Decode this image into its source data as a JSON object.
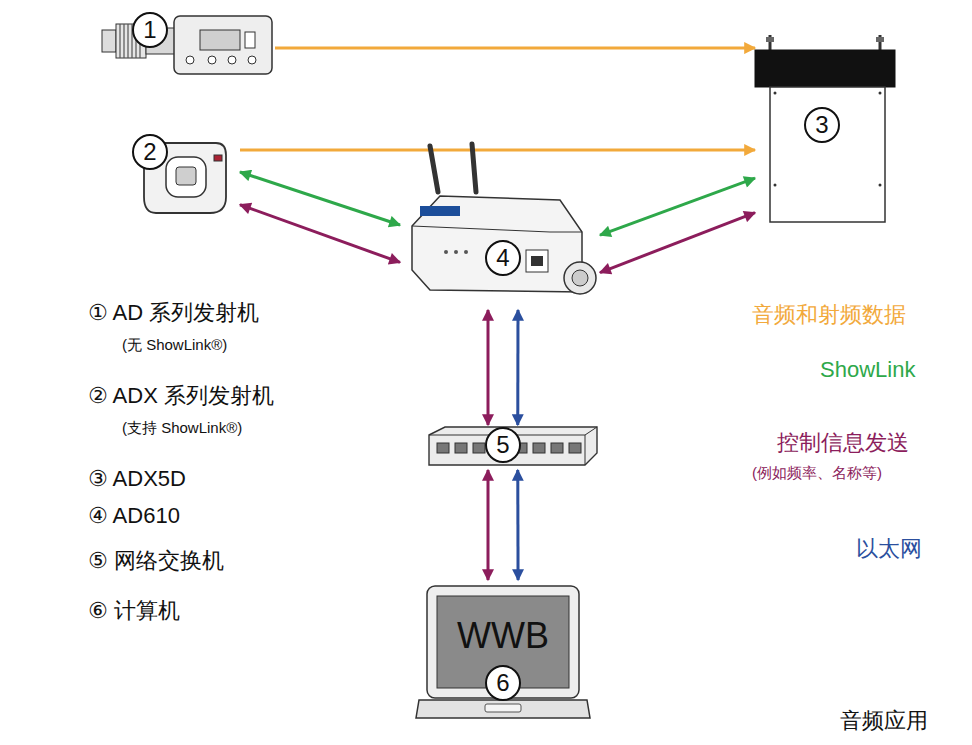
{
  "diagram": {
    "nodes": [
      {
        "text": [
          "1"
        ]
      },
      {
        "text": [
          "2"
        ]
      },
      {
        "text": [
          "3"
        ]
      },
      {
        "text": [
          "4"
        ]
      },
      {
        "text": [
          "5"
        ]
      },
      {
        "text": [
          "WWB",
          "6"
        ]
      }
    ],
    "edges": [
      {
        "from": 0,
        "to": 2,
        "arrow": "to"
      },
      {
        "from": 1,
        "to": 2,
        "arrow": "to"
      },
      {
        "from": 1,
        "to": 3,
        "arrow": "both"
      },
      {
        "from": 1,
        "to": 3,
        "arrow": "both"
      },
      {
        "from": 3,
        "to": 2,
        "arrow": "both"
      },
      {
        "from": 3,
        "to": 2,
        "arrow": "both"
      },
      {
        "from": 3,
        "to": 4,
        "arrow": "both"
      },
      {
        "from": 3,
        "to": 4,
        "arrow": "both"
      },
      {
        "from": 4,
        "to": 5,
        "arrow": "both"
      },
      {
        "from": 4,
        "to": 5,
        "arrow": "both"
      }
    ],
    "labels": [
      "① AD 系列发射机",
      "(无 ShowLink®)",
      "② ADX 系列发射机",
      "(支持 ShowLink®)",
      "③ ADX5D",
      "④ AD610",
      "⑤ 网络交换机",
      "⑥ 计算机",
      "(例如频率、名称等)",
      "音频应用"
    ],
    "legend": [
      {
        "text": "音频和射频数据",
        "color": "#f2a93b"
      },
      {
        "text": "ShowLink",
        "color": "#2ea84a"
      },
      {
        "text": "控制信息发送",
        "color": "#8c1d5c"
      },
      {
        "text": "以太网",
        "color": "#2b4f9e"
      }
    ]
  }
}
